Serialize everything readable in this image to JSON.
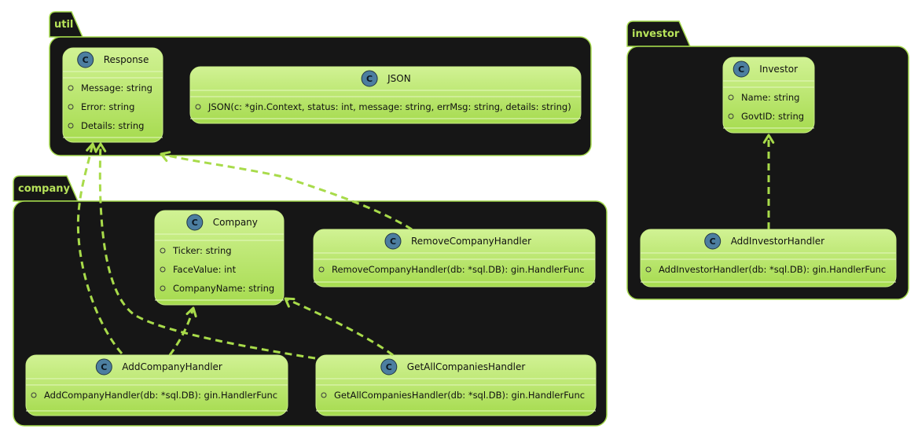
{
  "packages": [
    {
      "id": "util",
      "name": "util"
    },
    {
      "id": "company",
      "name": "company"
    },
    {
      "id": "investor",
      "name": "investor"
    }
  ],
  "classes": [
    {
      "id": "response",
      "badge": "C",
      "name": "Response",
      "members": [
        "Message: string",
        "Error: string",
        "Details: string"
      ]
    },
    {
      "id": "json",
      "badge": "C",
      "name": "JSON",
      "members": [
        "JSON(c: *gin.Context, status: int, message: string, errMsg: string, details: string)"
      ]
    },
    {
      "id": "company",
      "badge": "C",
      "name": "Company",
      "members": [
        "Ticker: string",
        "FaceValue: int",
        "CompanyName: string"
      ]
    },
    {
      "id": "remove_company_handler",
      "badge": "C",
      "name": "RemoveCompanyHandler",
      "members": [
        "RemoveCompanyHandler(db: *sql.DB): gin.HandlerFunc"
      ]
    },
    {
      "id": "add_company_handler",
      "badge": "C",
      "name": "AddCompanyHandler",
      "members": [
        "AddCompanyHandler(db: *sql.DB): gin.HandlerFunc"
      ]
    },
    {
      "id": "get_all_companies_handler",
      "badge": "C",
      "name": "GetAllCompaniesHandler",
      "members": [
        "GetAllCompaniesHandler(db: *sql.DB): gin.HandlerFunc"
      ]
    },
    {
      "id": "investor",
      "badge": "C",
      "name": "Investor",
      "members": [
        "Name: string",
        "GovtID: string"
      ]
    },
    {
      "id": "add_investor_handler",
      "badge": "C",
      "name": "AddInvestorHandler",
      "members": [
        "AddInvestorHandler(db: *sql.DB): gin.HandlerFunc"
      ]
    }
  ],
  "dependencies": [
    {
      "from": "add_company_handler",
      "to": "response"
    },
    {
      "from": "get_all_companies_handler",
      "to": "response"
    },
    {
      "from": "remove_company_handler",
      "to": "response"
    },
    {
      "from": "add_company_handler",
      "to": "company"
    },
    {
      "from": "get_all_companies_handler",
      "to": "company"
    },
    {
      "from": "add_investor_handler",
      "to": "investor"
    }
  ],
  "colors": {
    "package_fill": "#161616",
    "accent": "#a4d94c",
    "class_fill_top": "#cdf08d",
    "class_fill_bottom": "#a7dc51",
    "badge": "#4c7ea0"
  }
}
